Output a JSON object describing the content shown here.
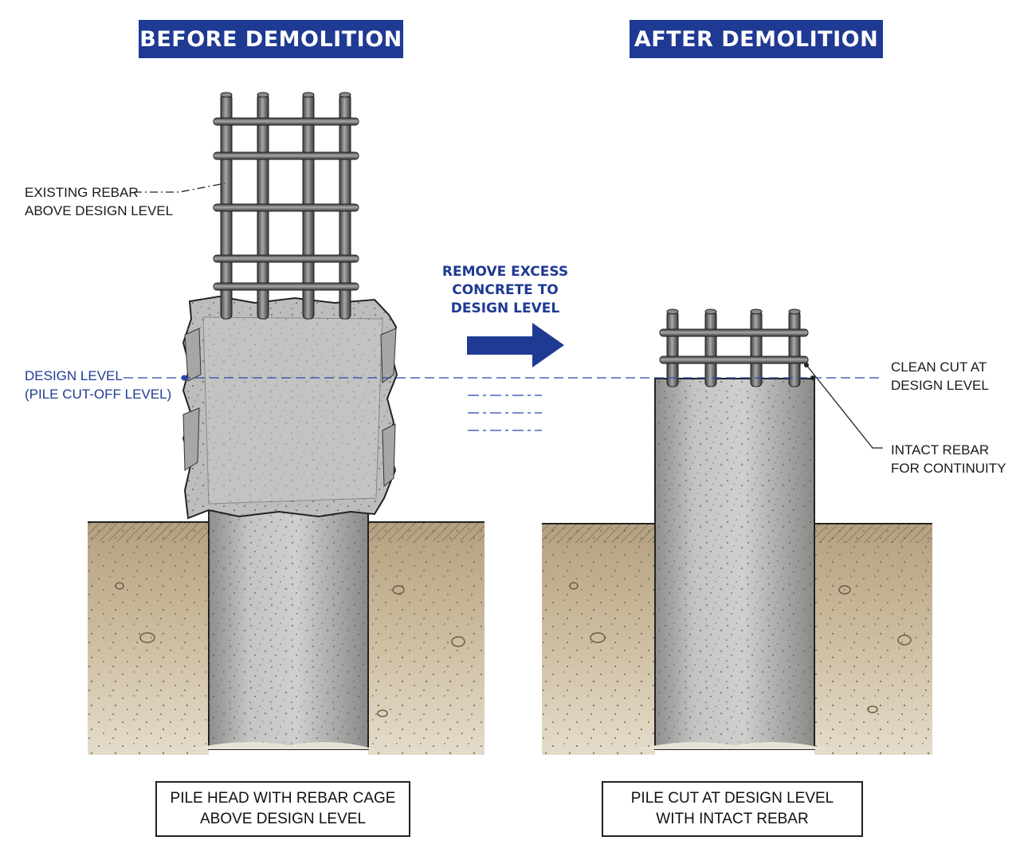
{
  "banners": {
    "before": "BEFORE DEMOLITION",
    "after": "AFTER DEMOLITION"
  },
  "labels": {
    "existing_rebar": [
      "EXISTING REBAR",
      "ABOVE DESIGN LEVEL"
    ],
    "design_level": [
      "DESIGN LEVEL",
      "(PILE CUT-OFF LEVEL)"
    ],
    "remove_excess": [
      "REMOVE EXCESS",
      "CONCRETE TO",
      "DESIGN LEVEL"
    ],
    "clean_cut": [
      "CLEAN CUT AT",
      "DESIGN LEVEL"
    ],
    "intact_rebar": [
      "INTACT REBAR",
      "FOR CONTINUITY"
    ]
  },
  "captions": {
    "before": [
      "PILE HEAD WITH REBAR CAGE",
      "ABOVE DESIGN LEVEL"
    ],
    "after": [
      "PILE CUT AT DESIGN LEVEL",
      "WITH INTACT REBAR"
    ]
  },
  "colors": {
    "banner": "#1f3a93",
    "design_line": "#2a45b0",
    "soil": "#c8b79a",
    "concrete": "#b9b9b7",
    "rebar": "#6b6b6b"
  }
}
